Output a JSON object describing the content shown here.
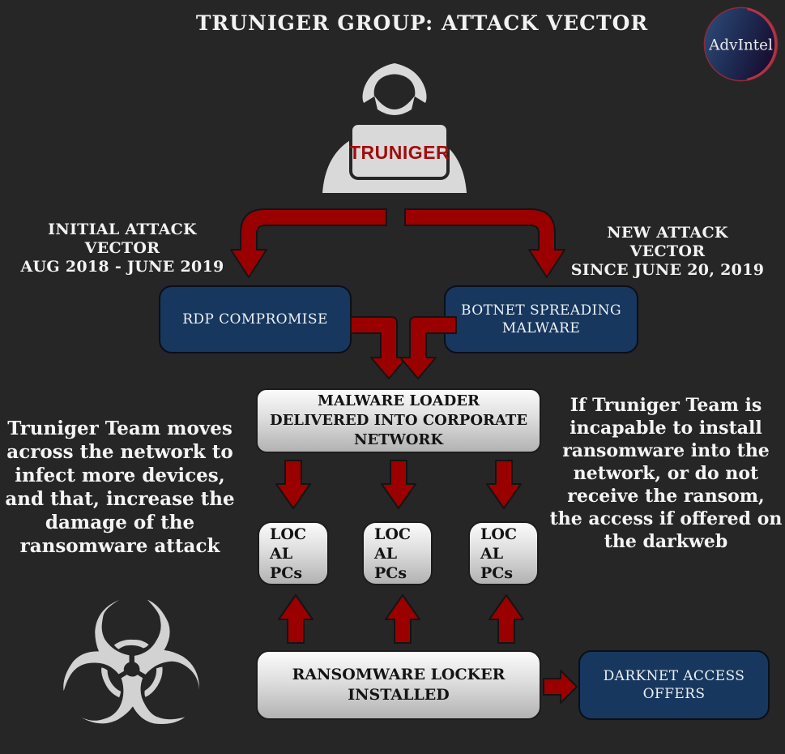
{
  "header": {
    "title": "TRUNIGER GROUP: ATTACK VECTOR"
  },
  "logo": {
    "name": "AdvIntel"
  },
  "actor": {
    "label": "TRUNIGER",
    "icon": "hooded-hacker-with-laptop"
  },
  "vectors": {
    "initial": {
      "title": "INITIAL ATTACK VECTOR",
      "period": "AUG 2018 - JUNE 2019",
      "node": "RDP COMPROMISE"
    },
    "new": {
      "title": "NEW ATTACK VECTOR",
      "period": "SINCE JUNE 20, 2019",
      "node": "BOTNET SPREADING MALWARE"
    }
  },
  "flow": {
    "loader_lines": [
      "MALWARE LOADER",
      "DELIVERED INTO CORPORATE",
      "NETWORK"
    ],
    "local_pcs": [
      "LOCAL PCs",
      "LOCAL PCs",
      "LOCAL PCs"
    ],
    "locker": "RANSOMWARE LOCKER INSTALLED",
    "darknet": "DARKNET ACCESS OFFERS"
  },
  "notes": {
    "left": "Truniger Team moves across the network to infect more devices, and that, increase the damage of the ransomware attack",
    "right": "If Truniger Team is incapable to install ransomware into the network, or do not receive the ransom, the access if offered on the darkweb"
  },
  "icons": {
    "biohazard": "☣"
  },
  "colors": {
    "background": "#262626",
    "arrow_red": "#9a0000",
    "node_blue": "#17375e",
    "node_gray_top": "#fbfbfb",
    "node_gray_bottom": "#b2b2b2",
    "figure_gray": "#d9d9d9",
    "actor_text_red": "#a00d0d"
  }
}
